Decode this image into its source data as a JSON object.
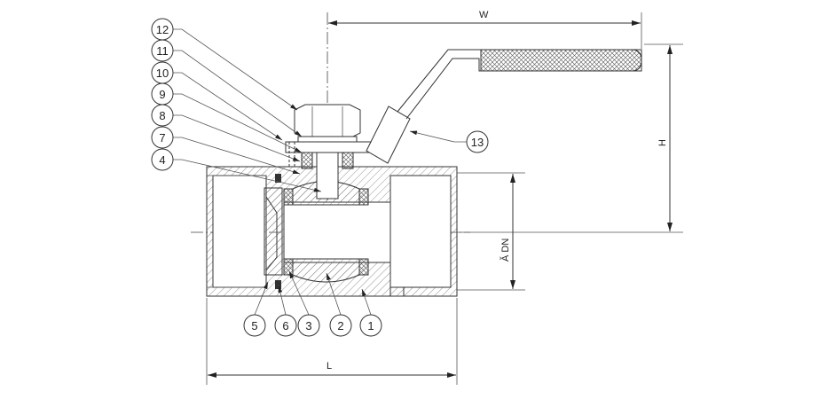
{
  "title": "Ball valve sectional drawing",
  "callouts_left": [
    "12",
    "11",
    "10",
    "9",
    "8",
    "7",
    "4"
  ],
  "callout_handle": "13",
  "callouts_bottom": [
    "5",
    "6",
    "3",
    "2",
    "1"
  ],
  "dimensions": {
    "width": "W",
    "height": "H",
    "diameter": "Ă DN",
    "length": "L"
  },
  "colors": {
    "line": "#333333",
    "background": "#ffffff"
  }
}
